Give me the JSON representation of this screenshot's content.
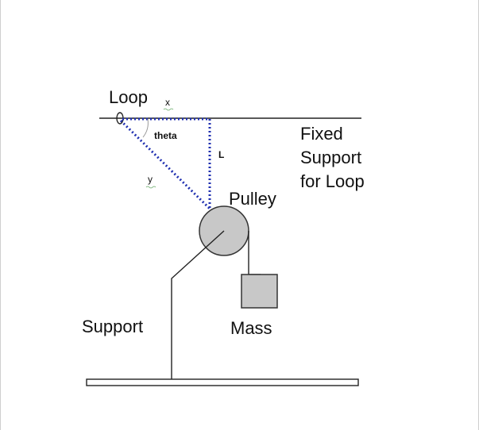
{
  "labels": {
    "loop": "Loop",
    "x": "x",
    "theta": "theta",
    "l": "L",
    "y": "y",
    "pulley": "Pulley",
    "fixed_support_line1": "Fixed",
    "fixed_support_line2": "Support",
    "fixed_support_line3": "for Loop",
    "support": "Support",
    "mass": "Mass"
  },
  "colors": {
    "dotted_line": "#1f2fb0",
    "pulley_fill": "#c8c8c8",
    "mass_fill": "#c8c8c8",
    "stroke": "#222222"
  }
}
